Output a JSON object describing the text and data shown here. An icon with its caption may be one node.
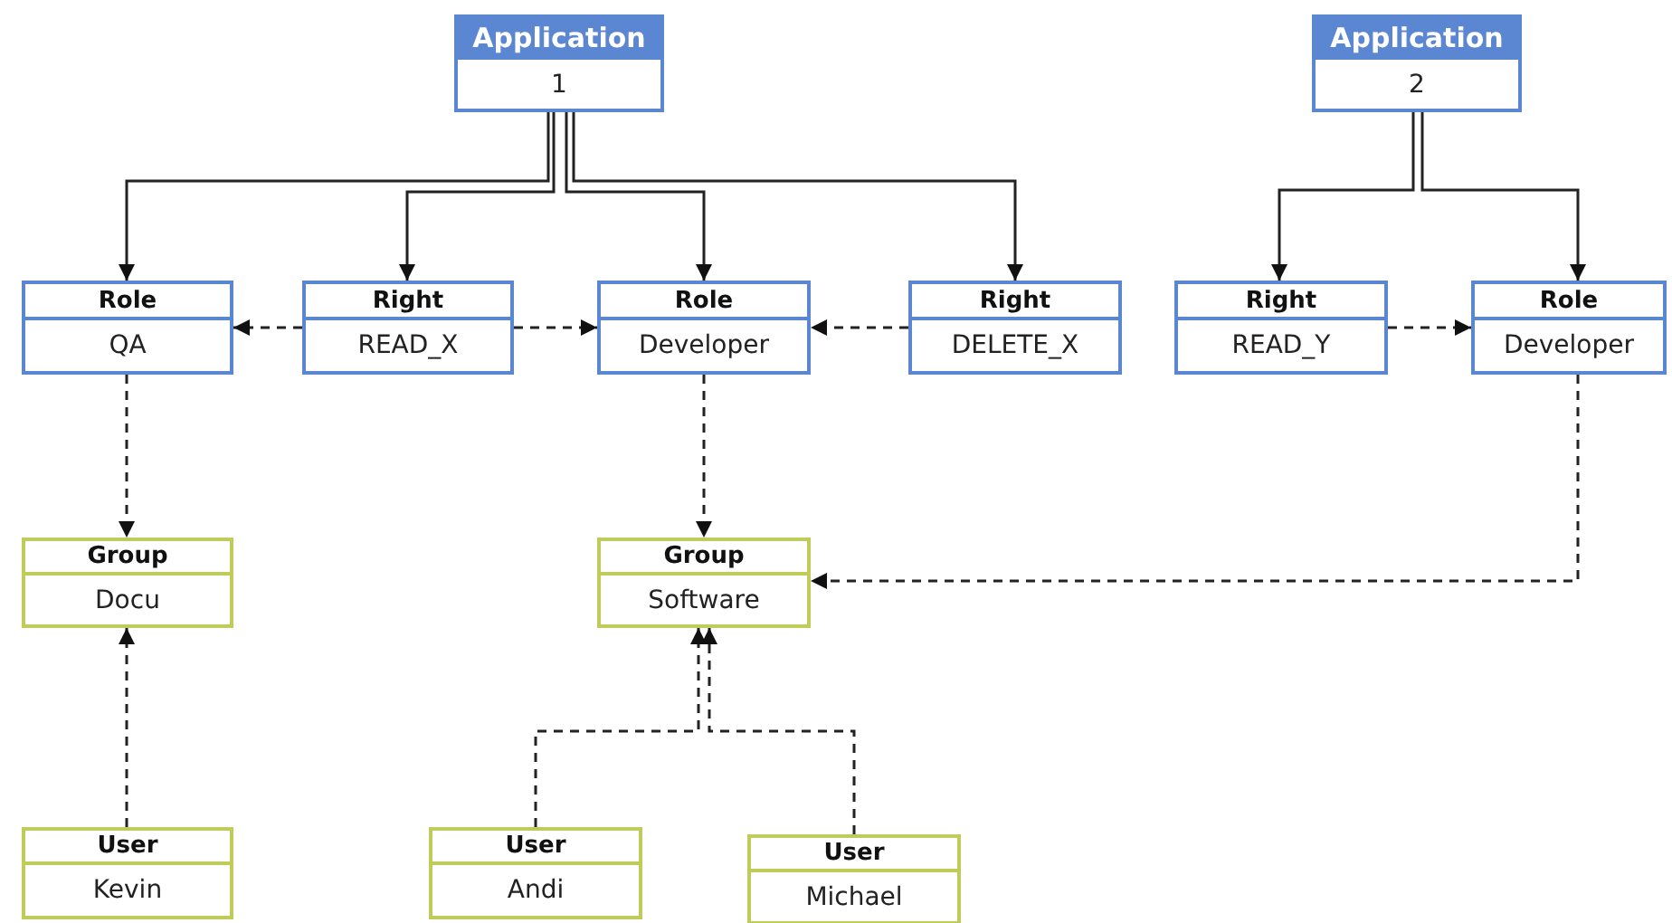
{
  "diagram": {
    "nodes": [
      {
        "text": [
          "Application",
          "1"
        ]
      },
      {
        "text": [
          "Application",
          "2"
        ]
      },
      {
        "text": [
          "Role",
          "QA"
        ]
      },
      {
        "text": [
          "Right",
          "READ_X"
        ]
      },
      {
        "text": [
          "Role",
          "Developer"
        ]
      },
      {
        "text": [
          "Right",
          "DELETE_X"
        ]
      },
      {
        "text": [
          "Right",
          "READ_Y"
        ]
      },
      {
        "text": [
          "Role",
          "Developer"
        ]
      },
      {
        "text": [
          "Group",
          "Docu"
        ]
      },
      {
        "text": [
          "Group",
          "Software"
        ]
      },
      {
        "text": [
          "User",
          "Kevin"
        ]
      },
      {
        "text": [
          "User",
          "Andi"
        ]
      },
      {
        "text": [
          "User",
          "Michael"
        ]
      }
    ],
    "edges": [
      {
        "from": 0,
        "to": 2,
        "arrow": "to"
      },
      {
        "from": 0,
        "to": 3,
        "arrow": "to"
      },
      {
        "from": 0,
        "to": 4,
        "arrow": "to"
      },
      {
        "from": 0,
        "to": 5,
        "arrow": "to"
      },
      {
        "from": 1,
        "to": 6,
        "arrow": "to"
      },
      {
        "from": 1,
        "to": 7,
        "arrow": "to"
      },
      {
        "from": 3,
        "to": 2,
        "arrow": "to",
        "style": "dashed"
      },
      {
        "from": 3,
        "to": 4,
        "arrow": "to",
        "style": "dashed"
      },
      {
        "from": 5,
        "to": 4,
        "arrow": "to",
        "style": "dashed"
      },
      {
        "from": 6,
        "to": 7,
        "arrow": "to",
        "style": "dashed"
      },
      {
        "from": 2,
        "to": 8,
        "arrow": "to",
        "style": "dashed"
      },
      {
        "from": 4,
        "to": 9,
        "arrow": "to",
        "style": "dashed"
      },
      {
        "from": 7,
        "to": 9,
        "arrow": "to",
        "style": "dashed"
      },
      {
        "from": 10,
        "to": 8,
        "arrow": "to",
        "style": "dashed"
      },
      {
        "from": 11,
        "to": 9,
        "arrow": "to",
        "style": "dashed"
      },
      {
        "from": 12,
        "to": 9,
        "arrow": "to",
        "style": "dashed"
      }
    ]
  }
}
